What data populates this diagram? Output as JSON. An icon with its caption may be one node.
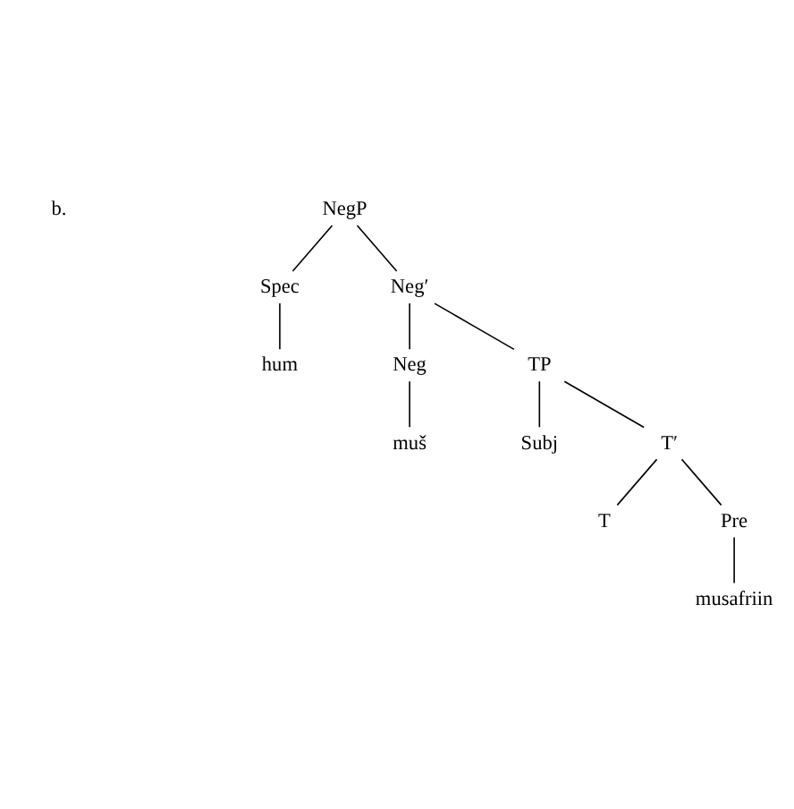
{
  "diagram": {
    "nodes": [
      {
        "text": [
          "NegP"
        ]
      },
      {
        "text": [
          "Spec"
        ]
      },
      {
        "text": [
          "Neg′"
        ]
      },
      {
        "text": [
          "hum"
        ]
      },
      {
        "text": [
          "Neg"
        ]
      },
      {
        "text": [
          "TP"
        ]
      },
      {
        "text": [
          "muš"
        ]
      },
      {
        "text": [
          "Subj"
        ]
      },
      {
        "text": [
          "T′"
        ]
      },
      {
        "text": [
          "T"
        ]
      },
      {
        "text": [
          "Pre"
        ]
      },
      {
        "text": [
          "musafriin"
        ]
      }
    ],
    "edges": [
      {
        "from": 0,
        "to": 1,
        "arrow": "none"
      },
      {
        "from": 0,
        "to": 2,
        "arrow": "none"
      },
      {
        "from": 1,
        "to": 3,
        "arrow": "none"
      },
      {
        "from": 2,
        "to": 4,
        "arrow": "none"
      },
      {
        "from": 2,
        "to": 5,
        "arrow": "none"
      },
      {
        "from": 4,
        "to": 6,
        "arrow": "none"
      },
      {
        "from": 5,
        "to": 7,
        "arrow": "none"
      },
      {
        "from": 5,
        "to": 8,
        "arrow": "none"
      },
      {
        "from": 8,
        "to": 9,
        "arrow": "none"
      },
      {
        "from": 8,
        "to": 10,
        "arrow": "none"
      },
      {
        "from": 10,
        "to": 11,
        "arrow": "none"
      }
    ],
    "labels": [
      "b."
    ]
  }
}
